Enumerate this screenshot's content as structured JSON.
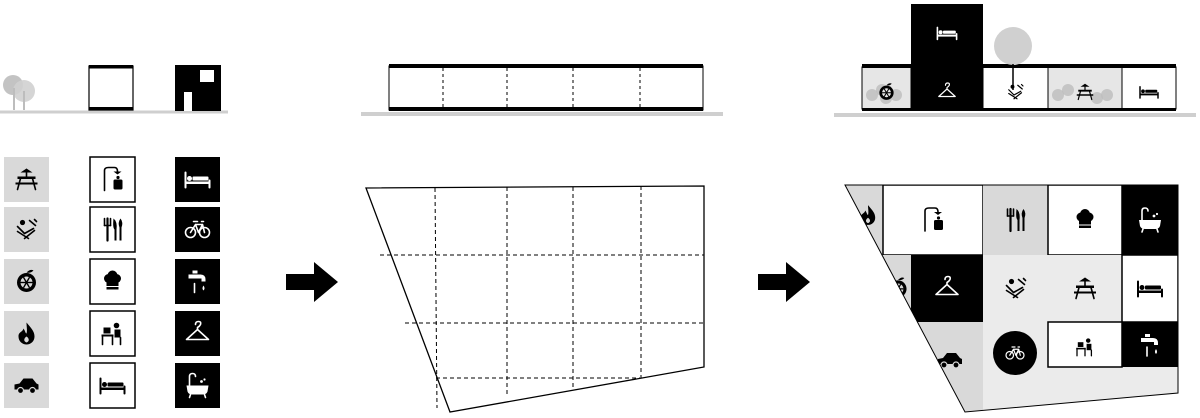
{
  "colors": {
    "ground": "#cfcfcf",
    "light_gray": "#d9d9d9",
    "pale_gray": "#ebebeb",
    "black": "#000000",
    "white": "#ffffff",
    "tree_gray": "#bdbdbd",
    "outdoor_glass": "#e6e6e6"
  },
  "categories": {
    "outdoor": {
      "theme": "gray",
      "icons": [
        "picnic-table-icon",
        "sunbather-icon",
        "orange-icon",
        "fire-icon",
        "car-icon"
      ]
    },
    "semi": {
      "theme": "white",
      "icons": [
        "shower-icon",
        "cutlery-icon",
        "chef-hat-icon",
        "desk-worker-icon",
        "bed-icon"
      ]
    },
    "indoor": {
      "theme": "black",
      "icons": [
        "bed-icon",
        "bicycle-icon",
        "faucet-icon",
        "hanger-icon",
        "bathtub-icon"
      ]
    }
  },
  "section_modules": {
    "ground_floor": [
      {
        "theme": "gray",
        "icon": "orange-icon"
      },
      {
        "theme": "black",
        "icon": "hanger-icon"
      },
      {
        "theme": "white",
        "icon": "sunbather-icon"
      },
      {
        "theme": "gray",
        "icon": "picnic-table-icon"
      },
      {
        "theme": "white",
        "icon": "bed-icon"
      }
    ],
    "upper_floor": [
      {
        "theme": "black",
        "icon": "bed-icon"
      }
    ]
  },
  "plan_cells": [
    {
      "theme": "gray",
      "icon": "fire-icon"
    },
    {
      "theme": "white",
      "icon": "shower-icon"
    },
    {
      "theme": "gray",
      "icon": "cutlery-icon"
    },
    {
      "theme": "white",
      "icon": "chef-hat-icon"
    },
    {
      "theme": "black",
      "icon": "bathtub-icon"
    },
    {
      "theme": "gray",
      "icon": "orange-icon"
    },
    {
      "theme": "black",
      "icon": "hanger-icon"
    },
    {
      "theme": "pale",
      "icon": "sunbather-icon"
    },
    {
      "theme": "pale",
      "icon": "picnic-table-icon"
    },
    {
      "theme": "white",
      "icon": "bed-icon"
    },
    {
      "theme": "gray",
      "icon": "car-icon"
    },
    {
      "theme": "pale",
      "icon": "bicycle-icon"
    },
    {
      "theme": "white",
      "icon": "desk-worker-icon"
    },
    {
      "theme": "black",
      "icon": "faucet-icon"
    }
  ]
}
